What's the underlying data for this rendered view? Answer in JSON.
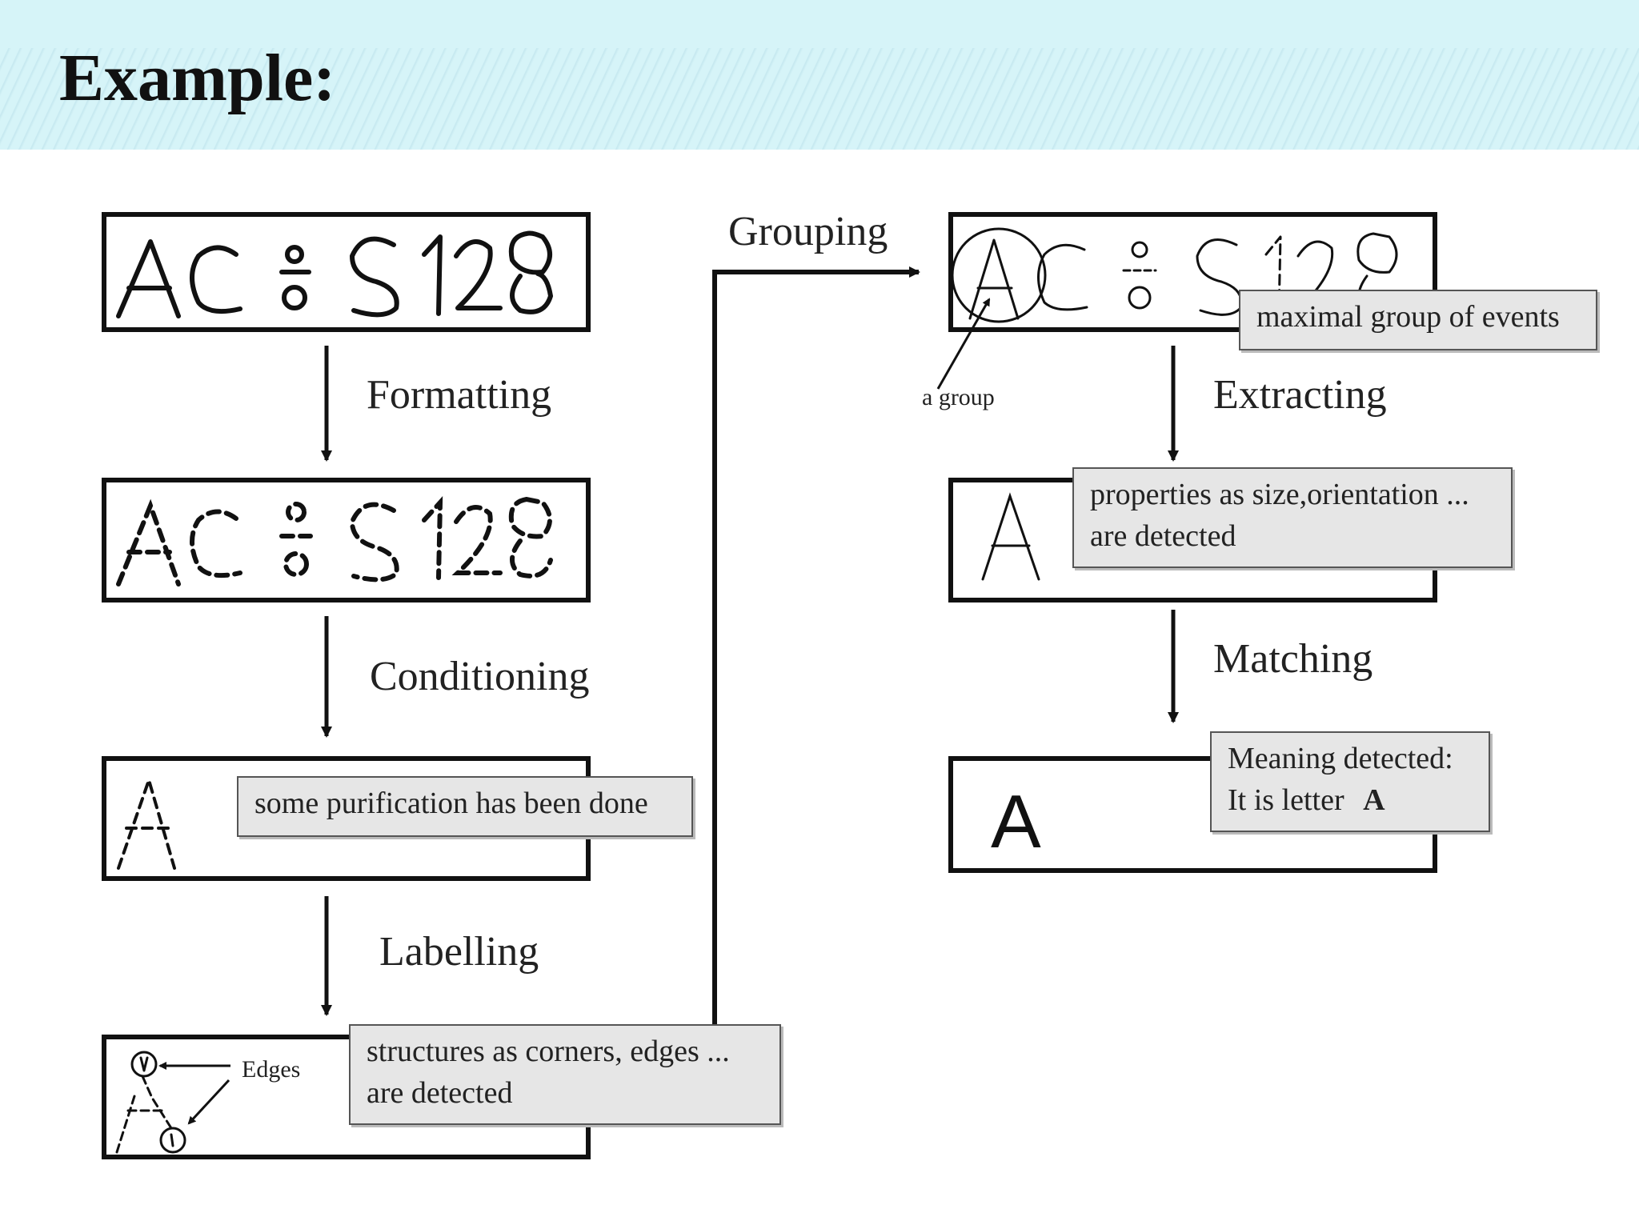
{
  "title": "Example:",
  "steps": {
    "formatting": "Formatting",
    "conditioning": "Conditioning",
    "labelling": "Labelling",
    "grouping": "Grouping",
    "extracting": "Extracting",
    "matching": "Matching"
  },
  "notes": {
    "purification": "some purification has been done",
    "structures_line1": "structures as corners, edges ...",
    "structures_line2": "are detected",
    "maximal_group": "maximal group of events",
    "properties_line1": "properties as size,orientation ...",
    "properties_line2": "are detected",
    "meaning_line1": "Meaning detected:",
    "meaning_line2_prefix": "It is letter",
    "meaning_letter": "A"
  },
  "labels": {
    "edges": "Edges",
    "a_group": "a group",
    "result_letter": "A"
  }
}
